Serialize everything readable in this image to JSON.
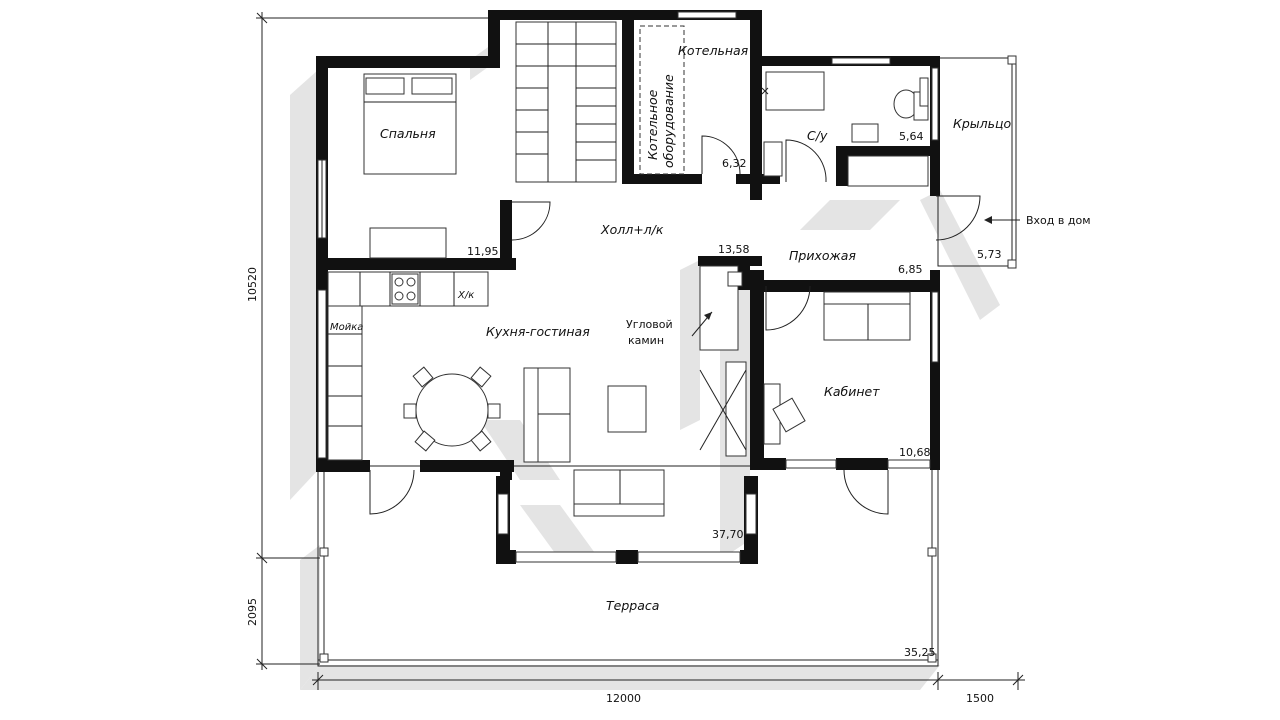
{
  "rooms": {
    "bedroom": {
      "label": "Спальня",
      "area": "11,95"
    },
    "boiler": {
      "label": "Котельная",
      "area": "6,32"
    },
    "boiler_equipment": {
      "label_line1": "Котельное",
      "label_line2": "оборудование"
    },
    "bathroom": {
      "label": "С/у",
      "area": "5,64"
    },
    "porch": {
      "label": "Крыльцо",
      "area": "5,73"
    },
    "hall": {
      "label": "Холл+л/к",
      "area": "13,58"
    },
    "entrance": {
      "label": "Прихожая",
      "area": "6,85"
    },
    "kitchen_living": {
      "label": "Кухня-гостиная",
      "area": "37,70"
    },
    "office": {
      "label": "Кабинет",
      "area": "10,68"
    },
    "terrace": {
      "label": "Терраса",
      "area": "35,25"
    }
  },
  "annotations": {
    "fridge": "Х/к",
    "sink": "Мойка",
    "fireplace_line1": "Угловой",
    "fireplace_line2": "камин",
    "entry": "Вход в дом"
  },
  "dimensions": {
    "height_main": "10520",
    "height_terrace": "2095",
    "width_main": "12000",
    "width_porch": "1500"
  }
}
